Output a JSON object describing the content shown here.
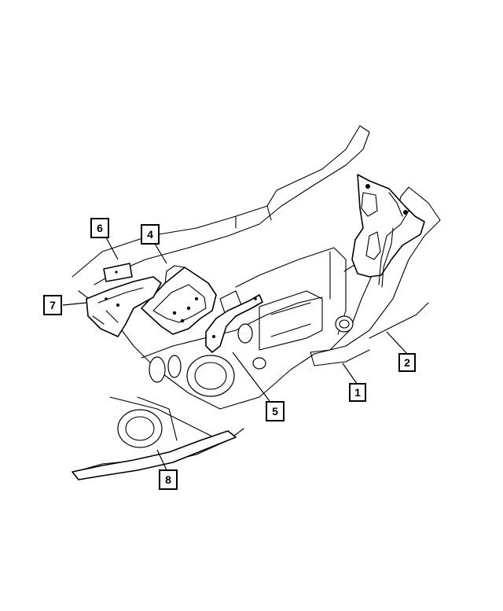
{
  "callouts": [
    {
      "id": "1",
      "label": "1"
    },
    {
      "id": "2",
      "label": "2"
    },
    {
      "id": "4",
      "label": "4"
    },
    {
      "id": "5",
      "label": "5"
    },
    {
      "id": "6",
      "label": "6"
    },
    {
      "id": "7",
      "label": "7"
    },
    {
      "id": "8",
      "label": "8"
    }
  ]
}
